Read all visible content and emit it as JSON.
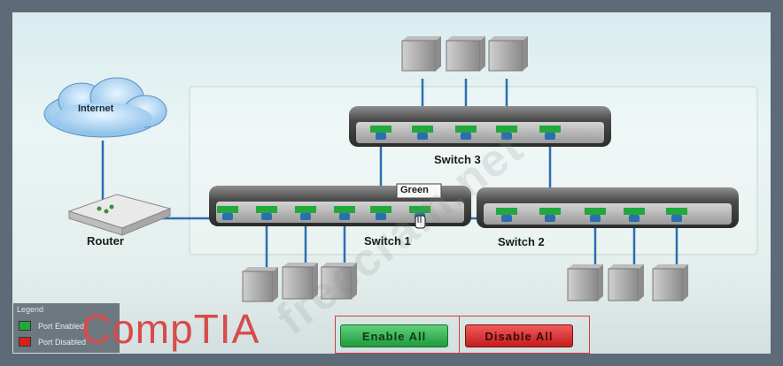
{
  "diagram": {
    "internet_label": "Internet",
    "router_label": "Router",
    "switch1_label": "Switch 1",
    "switch2_label": "Switch 2",
    "switch3_label": "Switch 3",
    "tooltip_text": "Green"
  },
  "legend": {
    "title": "Legend",
    "enabled_label": "Port Enabled",
    "disabled_label": "Port Disabled",
    "enabled_color": "#22a83c",
    "disabled_color": "#d42020"
  },
  "buttons": {
    "enable_all": "Enable All",
    "disable_all": "Disable All"
  },
  "branding": {
    "logo_text": "CompTIA",
    "watermark_text": "freecram.net"
  },
  "colors": {
    "cable": "#2a6fb0",
    "port_enabled": "#22a83c"
  }
}
